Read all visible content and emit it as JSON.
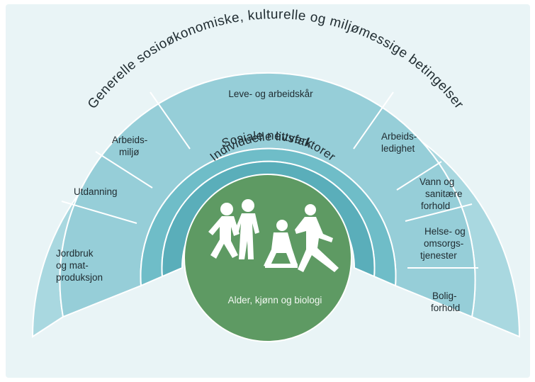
{
  "outer_band": {
    "label": "Generelle sosioøkonomiske, kulturelle og miljømessige betingelser"
  },
  "living_conditions": {
    "top_label": "Leve- og arbeidskår",
    "left_sectors": [
      {
        "lines": [
          "Arbeids-",
          "miljø"
        ]
      },
      {
        "lines": [
          "Utdanning"
        ]
      },
      {
        "lines": [
          "Jordbruk",
          "og mat-",
          "produksjon"
        ]
      }
    ],
    "right_sectors": [
      {
        "lines": [
          "Arbeids-",
          "ledighet"
        ]
      },
      {
        "lines": [
          "Vann og",
          "sanitære",
          "forhold"
        ]
      },
      {
        "lines": [
          "Helse- og",
          "omsorgs-",
          "tjenester"
        ]
      },
      {
        "lines": [
          "Bolig-",
          "forhold"
        ]
      }
    ]
  },
  "social_networks": {
    "label": "Sosiale nettverk"
  },
  "individual_factors": {
    "label": "Individuelle livsfaktorer"
  },
  "core": {
    "label": "Alder, kjønn og biologi",
    "icon": "people-figures-icon"
  },
  "colors": {
    "background": "#e9f4f6",
    "outer_band": "#a9d8e0",
    "living_band": "#96ced8",
    "social_band": "#6fbdc8",
    "individual_band": "#5aaeba",
    "core": "#5e9a63",
    "lines": "#ffffff"
  }
}
